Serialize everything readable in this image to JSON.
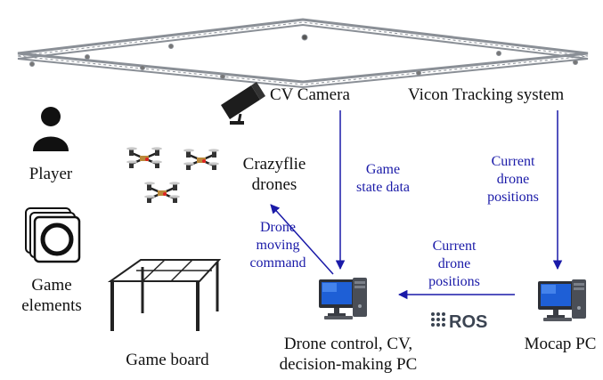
{
  "labels": {
    "cv_camera": "CV Camera",
    "vicon": "Vicon Tracking system",
    "player": "Player",
    "crazyflie_line1": "Crazyflie",
    "crazyflie_line2": "drones",
    "game_elements_line1": "Game",
    "game_elements_line2": "elements",
    "game_board": "Game board",
    "control_pc_line1": "Drone control, CV,",
    "control_pc_line2": "decision-making PC",
    "mocap_pc": "Mocap PC",
    "ros_logo": "ROS"
  },
  "edges": {
    "game_state_line1": "Game",
    "game_state_line2": "state data",
    "vicon_current_line1": "Current",
    "vicon_current_line2": "drone",
    "vicon_current_line3": "positions",
    "mocap_current_line1": "Current",
    "mocap_current_line2": "drone",
    "mocap_current_line3": "positions",
    "drone_cmd_line1": "Drone",
    "drone_cmd_line2": "moving",
    "drone_cmd_line3": "command"
  },
  "colors": {
    "arrow": "#1a1aa8",
    "text": "#111111",
    "truss": "#8a8f96",
    "monitor_screen": "#1e5fd6"
  },
  "icons": [
    "truss-frame",
    "security-camera-icon",
    "person-icon",
    "card-icon",
    "drone-icon",
    "table-icon",
    "computer-icon"
  ]
}
